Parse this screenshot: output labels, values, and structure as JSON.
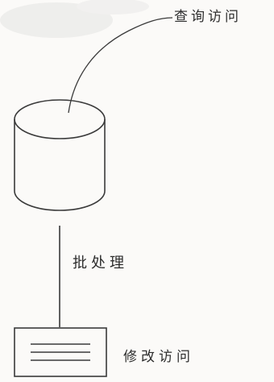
{
  "diagram": {
    "query_access_label": "查询访问",
    "batch_processing_label": "批处理",
    "update_access_label": "修改访问"
  },
  "colors": {
    "background": "#fbfaf8",
    "stroke": "#3a3a3a",
    "text": "#2c2c2c"
  },
  "icons": {
    "database": "cylinder-database-icon",
    "document": "document-lines-icon"
  }
}
